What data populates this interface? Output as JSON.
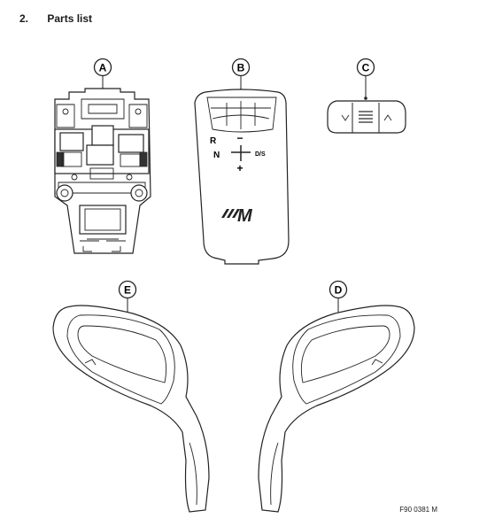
{
  "section": {
    "number": "2.",
    "title": "Parts list"
  },
  "callouts": [
    "A",
    "B",
    "C",
    "D",
    "E"
  ],
  "selector_labels": {
    "r": "R",
    "n": "N",
    "minus": "−",
    "plus": "+",
    "ds": "D/S"
  },
  "selector_logo": "M",
  "figure_ref": "F90 0381 M"
}
